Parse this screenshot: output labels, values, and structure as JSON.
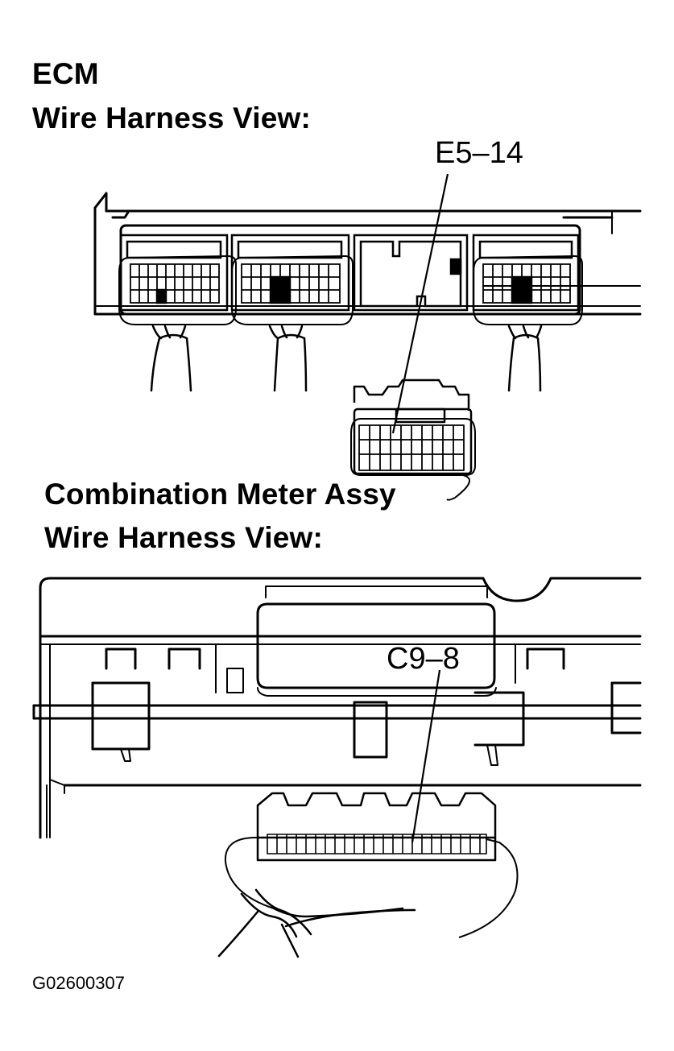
{
  "ecm": {
    "title": "ECM",
    "view_label": "Wire Harness View:",
    "terminal_callout": "E5–14"
  },
  "meter": {
    "title": "Combination Meter Assy",
    "view_label": "Wire Harness View:",
    "terminal_callout": "C9–8"
  },
  "figure_code": "G02600307"
}
